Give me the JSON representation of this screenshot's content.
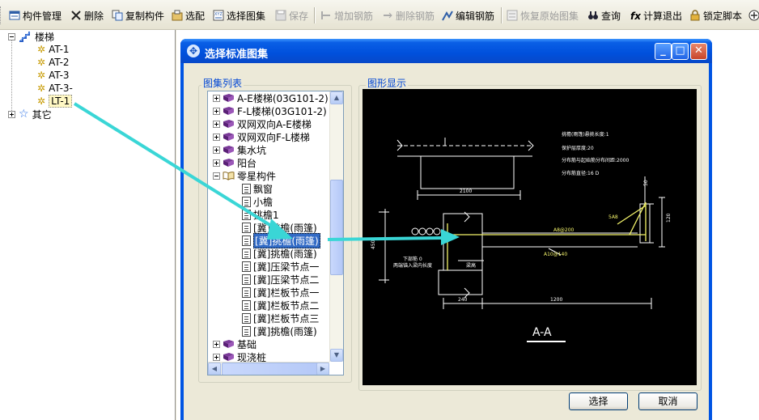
{
  "toolbar": {
    "items": [
      {
        "label": "构件管理",
        "icon": "component-manage-icon",
        "enabled": true
      },
      {
        "label": "删除",
        "icon": "delete-icon",
        "enabled": true
      },
      {
        "label": "复制构件",
        "icon": "copy-icon",
        "enabled": true
      },
      {
        "label": "选配",
        "icon": "select-match-icon",
        "enabled": true
      },
      {
        "label": "选择图集",
        "icon": "select-atlas-icon",
        "enabled": true
      },
      {
        "label": "保存",
        "icon": "save-icon",
        "enabled": false
      },
      {
        "label": "增加钢筋",
        "icon": "add-rebar-icon",
        "enabled": false
      },
      {
        "label": "删除钢筋",
        "icon": "remove-rebar-icon",
        "enabled": false
      },
      {
        "label": "编辑钢筋",
        "icon": "edit-rebar-icon",
        "enabled": true
      },
      {
        "label": "恢复原始图集",
        "icon": "restore-icon",
        "enabled": false
      },
      {
        "label": "查询",
        "icon": "binoculars-icon",
        "enabled": true
      },
      {
        "label": "计算退出",
        "icon": "function-icon",
        "enabled": true
      },
      {
        "label": "锁定脚本",
        "icon": "lock-icon",
        "enabled": true
      }
    ]
  },
  "left_tree": {
    "root": "楼梯",
    "children": [
      "AT-1",
      "AT-2",
      "AT-3",
      "AT-3-",
      "LT-1"
    ],
    "selected": "LT-1",
    "other": "其它"
  },
  "dialog": {
    "title": "选择标准图集",
    "list_group_label": "图集列表",
    "preview_group_label": "图形显示",
    "ok_button": "选择",
    "cancel_button": "取消",
    "atlas_items": [
      {
        "label": "A-E楼梯(03G101-2)",
        "type": "book",
        "expand": "plus",
        "indent": 0
      },
      {
        "label": "F-L楼梯(03G101-2)",
        "type": "book",
        "expand": "plus",
        "indent": 0
      },
      {
        "label": "双网双向A-E楼梯",
        "type": "book",
        "expand": "plus",
        "indent": 0
      },
      {
        "label": "双网双向F-L楼梯",
        "type": "book",
        "expand": "plus",
        "indent": 0
      },
      {
        "label": "集水坑",
        "type": "book",
        "expand": "plus",
        "indent": 0
      },
      {
        "label": "阳台",
        "type": "book",
        "expand": "plus",
        "indent": 0
      },
      {
        "label": "零星构件",
        "type": "openbook",
        "expand": "minus",
        "indent": 0
      },
      {
        "label": "飘窗",
        "type": "doc",
        "indent": 1
      },
      {
        "label": "小檐",
        "type": "doc",
        "indent": 1
      },
      {
        "label": "挑檐1",
        "type": "doc",
        "indent": 1
      },
      {
        "label": "[冀]挑檐(雨篷)",
        "type": "doc",
        "indent": 1
      },
      {
        "label": "[冀]挑檐(雨篷)",
        "type": "doc",
        "indent": 1,
        "selected": true
      },
      {
        "label": "[冀]挑檐(雨篷)",
        "type": "doc",
        "indent": 1
      },
      {
        "label": "[冀]压梁节点一",
        "type": "doc",
        "indent": 1
      },
      {
        "label": "[冀]压梁节点二",
        "type": "doc",
        "indent": 1
      },
      {
        "label": "[冀]栏板节点一",
        "type": "doc",
        "indent": 1
      },
      {
        "label": "[冀]栏板节点二",
        "type": "doc",
        "indent": 1
      },
      {
        "label": "[冀]栏板节点三",
        "type": "doc",
        "indent": 1
      },
      {
        "label": "[冀]挑檐(雨篷)",
        "type": "doc",
        "indent": 1
      },
      {
        "label": "基础",
        "type": "book",
        "expand": "plus",
        "indent": 0
      },
      {
        "label": "现浇桩",
        "type": "book",
        "expand": "plus",
        "indent": 0
      }
    ]
  },
  "drawing": {
    "section_label": "A-A",
    "notes": [
      "挑檐(雨篷)悬挑长度:1",
      "保护层厚度:20",
      "分布筋与起始筋分布间距:2000",
      "分布筋直径:16    D"
    ],
    "dims": {
      "d2100": "2100",
      "d1200": "1200",
      "d240": "240",
      "d450": "450",
      "d120": "120",
      "d50": "50"
    },
    "rebar_labels": {
      "a8": "A8@200",
      "a10": "A10@140",
      "mark": "5A8"
    },
    "texts": {
      "beam": "梁高",
      "note1": "下部筋 0",
      "note2": "两端锚入梁内长度"
    }
  },
  "colors": {
    "accent": "#0054e3",
    "arrow": "#3ad6d6",
    "highlight": "#316ac5"
  }
}
